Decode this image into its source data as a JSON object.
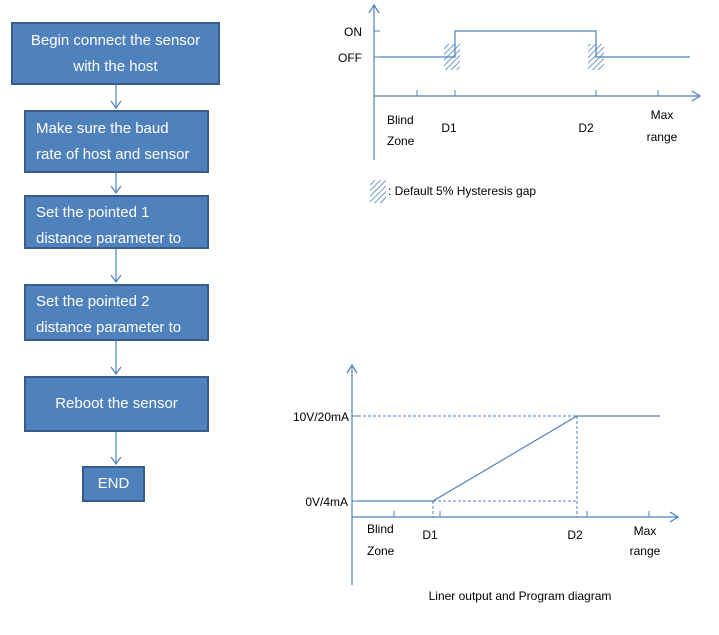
{
  "flowchart": {
    "steps": [
      {
        "lines": [
          "Begin connect the sensor",
          "with the host"
        ]
      },
      {
        "lines": [
          "Make sure the baud",
          "rate of host and sensor"
        ]
      },
      {
        "lines": [
          "Set the pointed 1",
          "distance  parameter to"
        ]
      },
      {
        "lines": [
          "Set the pointed 2",
          "distance parameter to"
        ]
      },
      {
        "lines": [
          "Reboot the sensor"
        ]
      },
      {
        "lines": [
          "END"
        ]
      }
    ]
  },
  "switch_diagram": {
    "on_label": "ON",
    "off_label": "OFF",
    "blind_zone": [
      "Blind",
      "Zone"
    ],
    "d1": "D1",
    "d2": "D2",
    "max_range": [
      "Max",
      "range"
    ],
    "legend": ": Default 5% Hysteresis gap"
  },
  "linear_diagram": {
    "top_label": "10V/20mA",
    "bottom_label": "0V/4mA",
    "blind_zone": [
      "Blind",
      "Zone"
    ],
    "d1": "D1",
    "d2": "D2",
    "max_range": [
      "Max",
      "range"
    ],
    "caption": "Liner output and Program diagram"
  },
  "colors": {
    "box_fill": "#4f81bd",
    "box_border": "#385d8a",
    "line": "#4f81bd",
    "text": "#000000"
  }
}
